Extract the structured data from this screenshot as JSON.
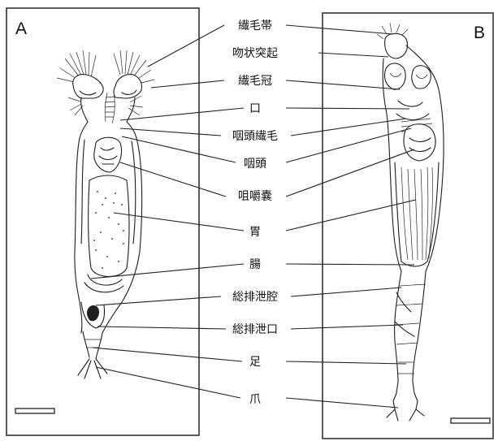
{
  "panels": [
    {
      "id": "A",
      "letter": "A"
    },
    {
      "id": "B",
      "letter": "B"
    }
  ],
  "labels": [
    "繊毛帯",
    "吻状突起",
    "繊毛冠",
    "口",
    "咽頭繊毛",
    "咽頭",
    "咀嚼嚢",
    "胃",
    "腸",
    "総排泄腔",
    "総排泄口",
    "足",
    "爪"
  ],
  "colors": {
    "ink": "#1e1e1e",
    "background": "#ffffff"
  }
}
